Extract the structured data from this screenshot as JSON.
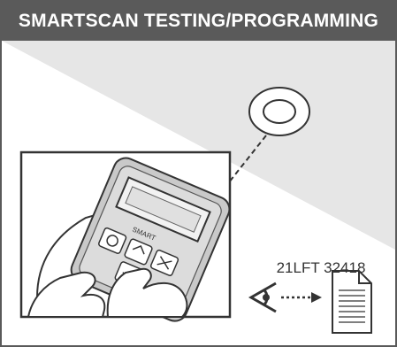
{
  "header": {
    "title": "SMARTSCAN TESTING/PROGRAMMING"
  },
  "device": {
    "brand": "SMART"
  },
  "code_label": {
    "text": "21LFT 32418"
  },
  "icons": [
    "sensor-disc-icon",
    "hand-held-reader-icon",
    "eye-icon",
    "arrow-right-icon",
    "document-icon"
  ],
  "colors": {
    "header_bg": "#5a5a5a",
    "header_text": "#ffffff",
    "background_shade": "#e6e6e6",
    "line": "#333333"
  }
}
